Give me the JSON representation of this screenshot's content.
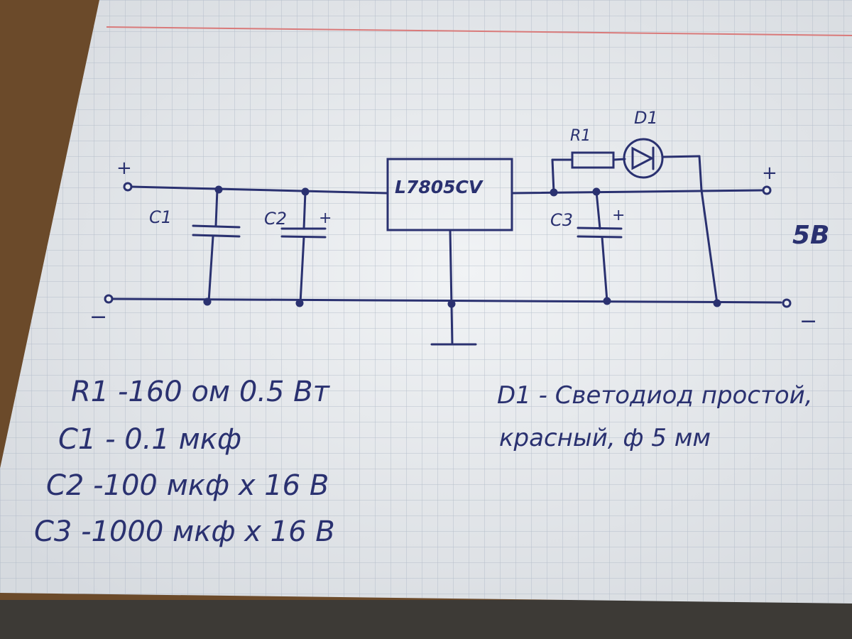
{
  "schematic": {
    "regulator": "L7805CV",
    "labels": {
      "c1": "C1",
      "c2": "C2",
      "c3": "C3",
      "r1": "R1",
      "d1": "D1",
      "plus": "+",
      "minus": "−",
      "output_voltage": "5В"
    }
  },
  "parts_list": {
    "r1": "R1 -160 ом 0.5 Вт",
    "c1": "C1 - 0.1 мкф",
    "c2": "C2 -100 мкф х 16 В",
    "c3": "C3 -1000 мкф х 16 В",
    "d1_line1": "D1 - Светодиод простой,",
    "d1_line2": "красный, ф 5 мм"
  },
  "colors": {
    "ink": "#2a3170",
    "paper": "#e9ecef",
    "grid": "#aeb8c6",
    "margin_line": "#d97a7a",
    "table": "#6b4a2a"
  }
}
